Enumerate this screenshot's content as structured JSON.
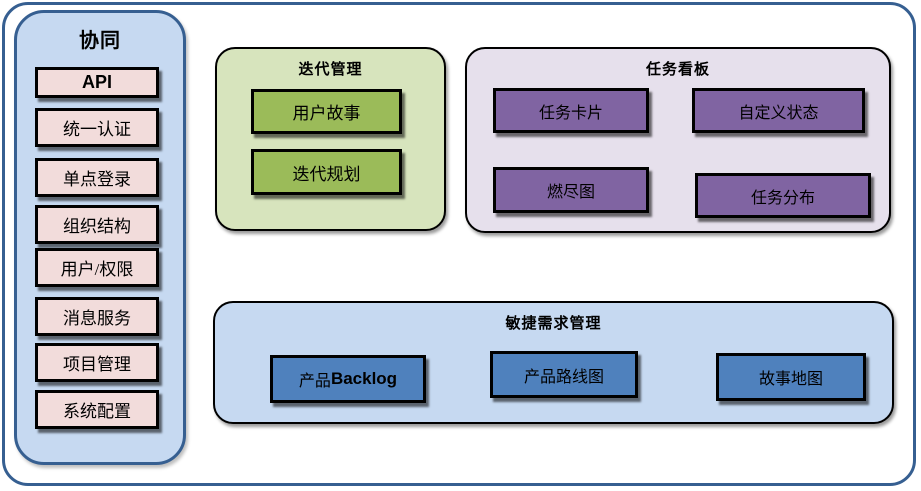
{
  "sidebar": {
    "title": "协同",
    "items": [
      {
        "label": "API"
      },
      {
        "label": "统一认证"
      },
      {
        "label": "单点登录"
      },
      {
        "label": "组织结构"
      },
      {
        "label": "用户/权限"
      },
      {
        "label": "消息服务"
      },
      {
        "label": "项目管理"
      },
      {
        "label": "系统配置"
      }
    ]
  },
  "groups": {
    "iteration": {
      "title": "迭代管理",
      "items": [
        {
          "label": "用户故事"
        },
        {
          "label": "迭代规划"
        }
      ]
    },
    "kanban": {
      "title": "任务看板",
      "items": [
        {
          "label": "任务卡片"
        },
        {
          "label": "自定义状态"
        },
        {
          "label": "燃尽图"
        },
        {
          "label": "任务分布"
        }
      ]
    },
    "agile": {
      "title": "敏捷需求管理",
      "items": [
        {
          "label_cjk": "产品",
          "label_latin": "Backlog"
        },
        {
          "label": "产品路线图"
        },
        {
          "label": "故事地图"
        }
      ]
    }
  },
  "colors": {
    "frame_border": "#365f91",
    "sidebar_fill": "#c6d9f1",
    "sidebar_item_fill": "#f2dcdb",
    "iteration_fill": "#d7e4bd",
    "iteration_item_fill": "#9bbb59",
    "kanban_fill": "#e6e0ec",
    "kanban_item_fill": "#8064a2",
    "agile_fill": "#c6d9f1",
    "agile_item_fill": "#4f81bd",
    "box_border": "#000000"
  }
}
